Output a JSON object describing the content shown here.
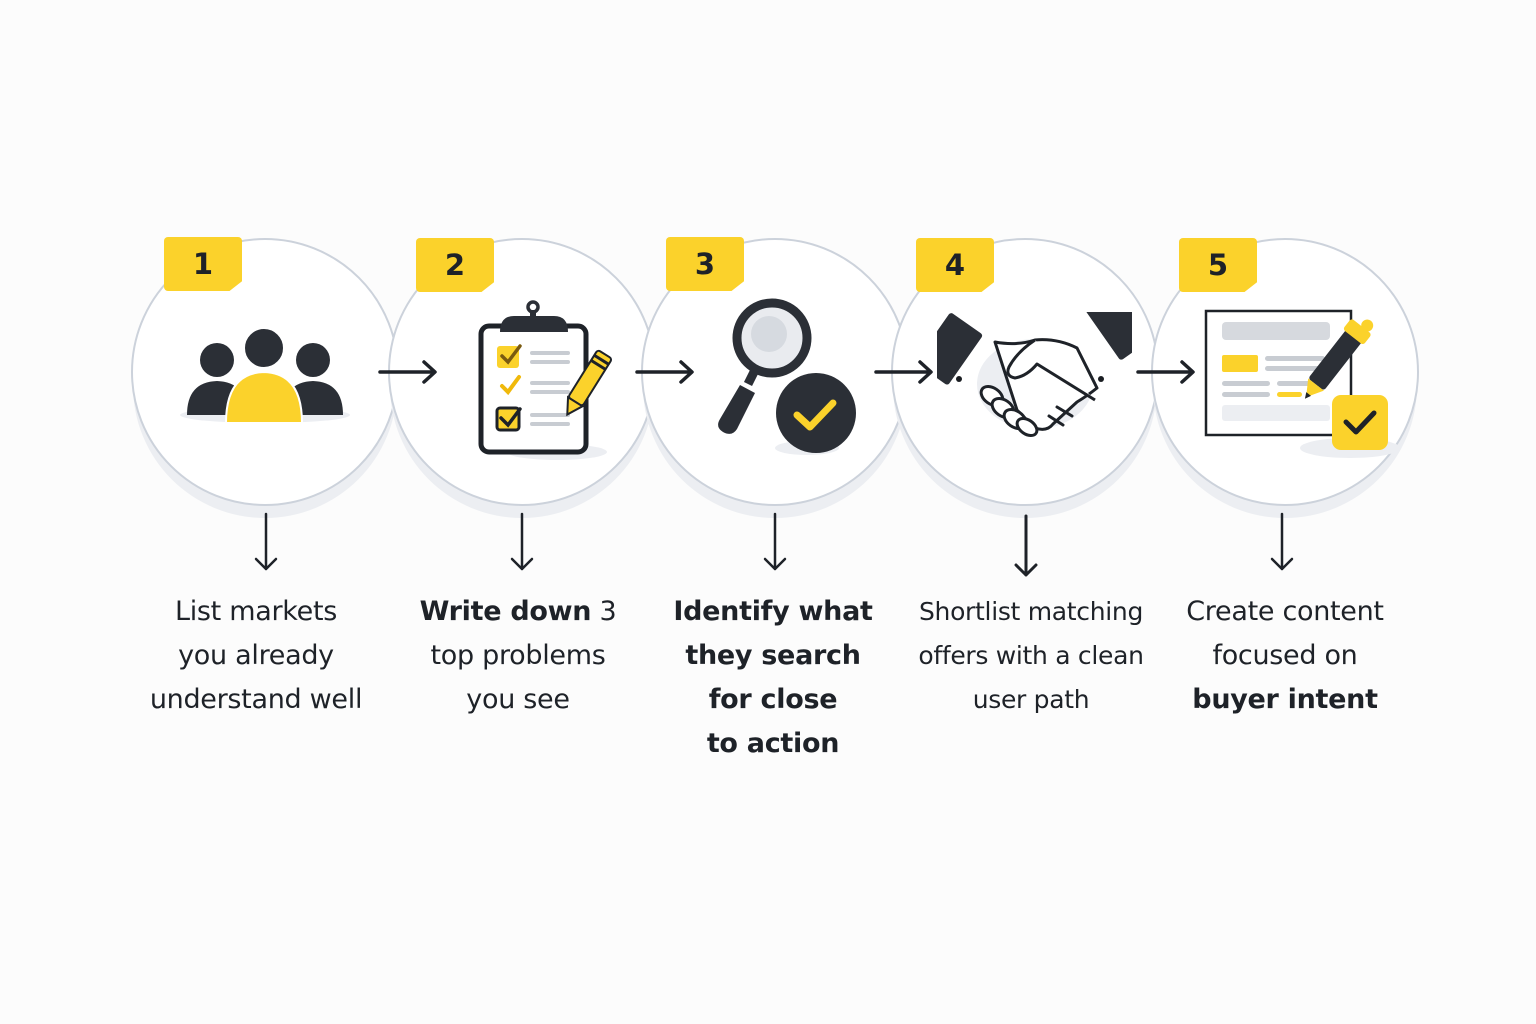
{
  "diagram": {
    "type": "process-flow",
    "colors": {
      "accent": "#fbd22b",
      "dark": "#2b2f36",
      "circle_border": "#ccd2db",
      "shadow": "#eceef2",
      "text": "#1e2228"
    },
    "steps": [
      {
        "number": "1",
        "icon": "people-group-icon",
        "label_lines": [
          {
            "text": "List markets",
            "bold": false
          },
          {
            "text": "you already",
            "bold": false
          },
          {
            "text": "understand well",
            "bold": false
          }
        ]
      },
      {
        "number": "2",
        "icon": "clipboard-checklist-icon",
        "label_lines": [
          {
            "text": "Write down",
            "bold": true,
            "suffix": " 3"
          },
          {
            "text": "top problems",
            "bold": false
          },
          {
            "text": "you see",
            "bold": false
          }
        ]
      },
      {
        "number": "3",
        "icon": "magnifier-check-icon",
        "label_lines": [
          {
            "text": "Identify what",
            "bold": true
          },
          {
            "text": "they search",
            "bold": true
          },
          {
            "text": "for close",
            "bold": true
          },
          {
            "text": "to action",
            "bold": true
          }
        ]
      },
      {
        "number": "4",
        "icon": "handshake-icon",
        "label_lines": [
          {
            "text": "Shortlist matching",
            "bold": false
          },
          {
            "text": "offers with a clean",
            "bold": false
          },
          {
            "text": "user path",
            "bold": false
          }
        ]
      },
      {
        "number": "5",
        "icon": "document-pen-check-icon",
        "label_lines": [
          {
            "text": "Create content",
            "bold": true
          },
          {
            "text": "focused on",
            "bold": false
          },
          {
            "text": "buyer intent",
            "bold": true
          }
        ]
      }
    ]
  }
}
